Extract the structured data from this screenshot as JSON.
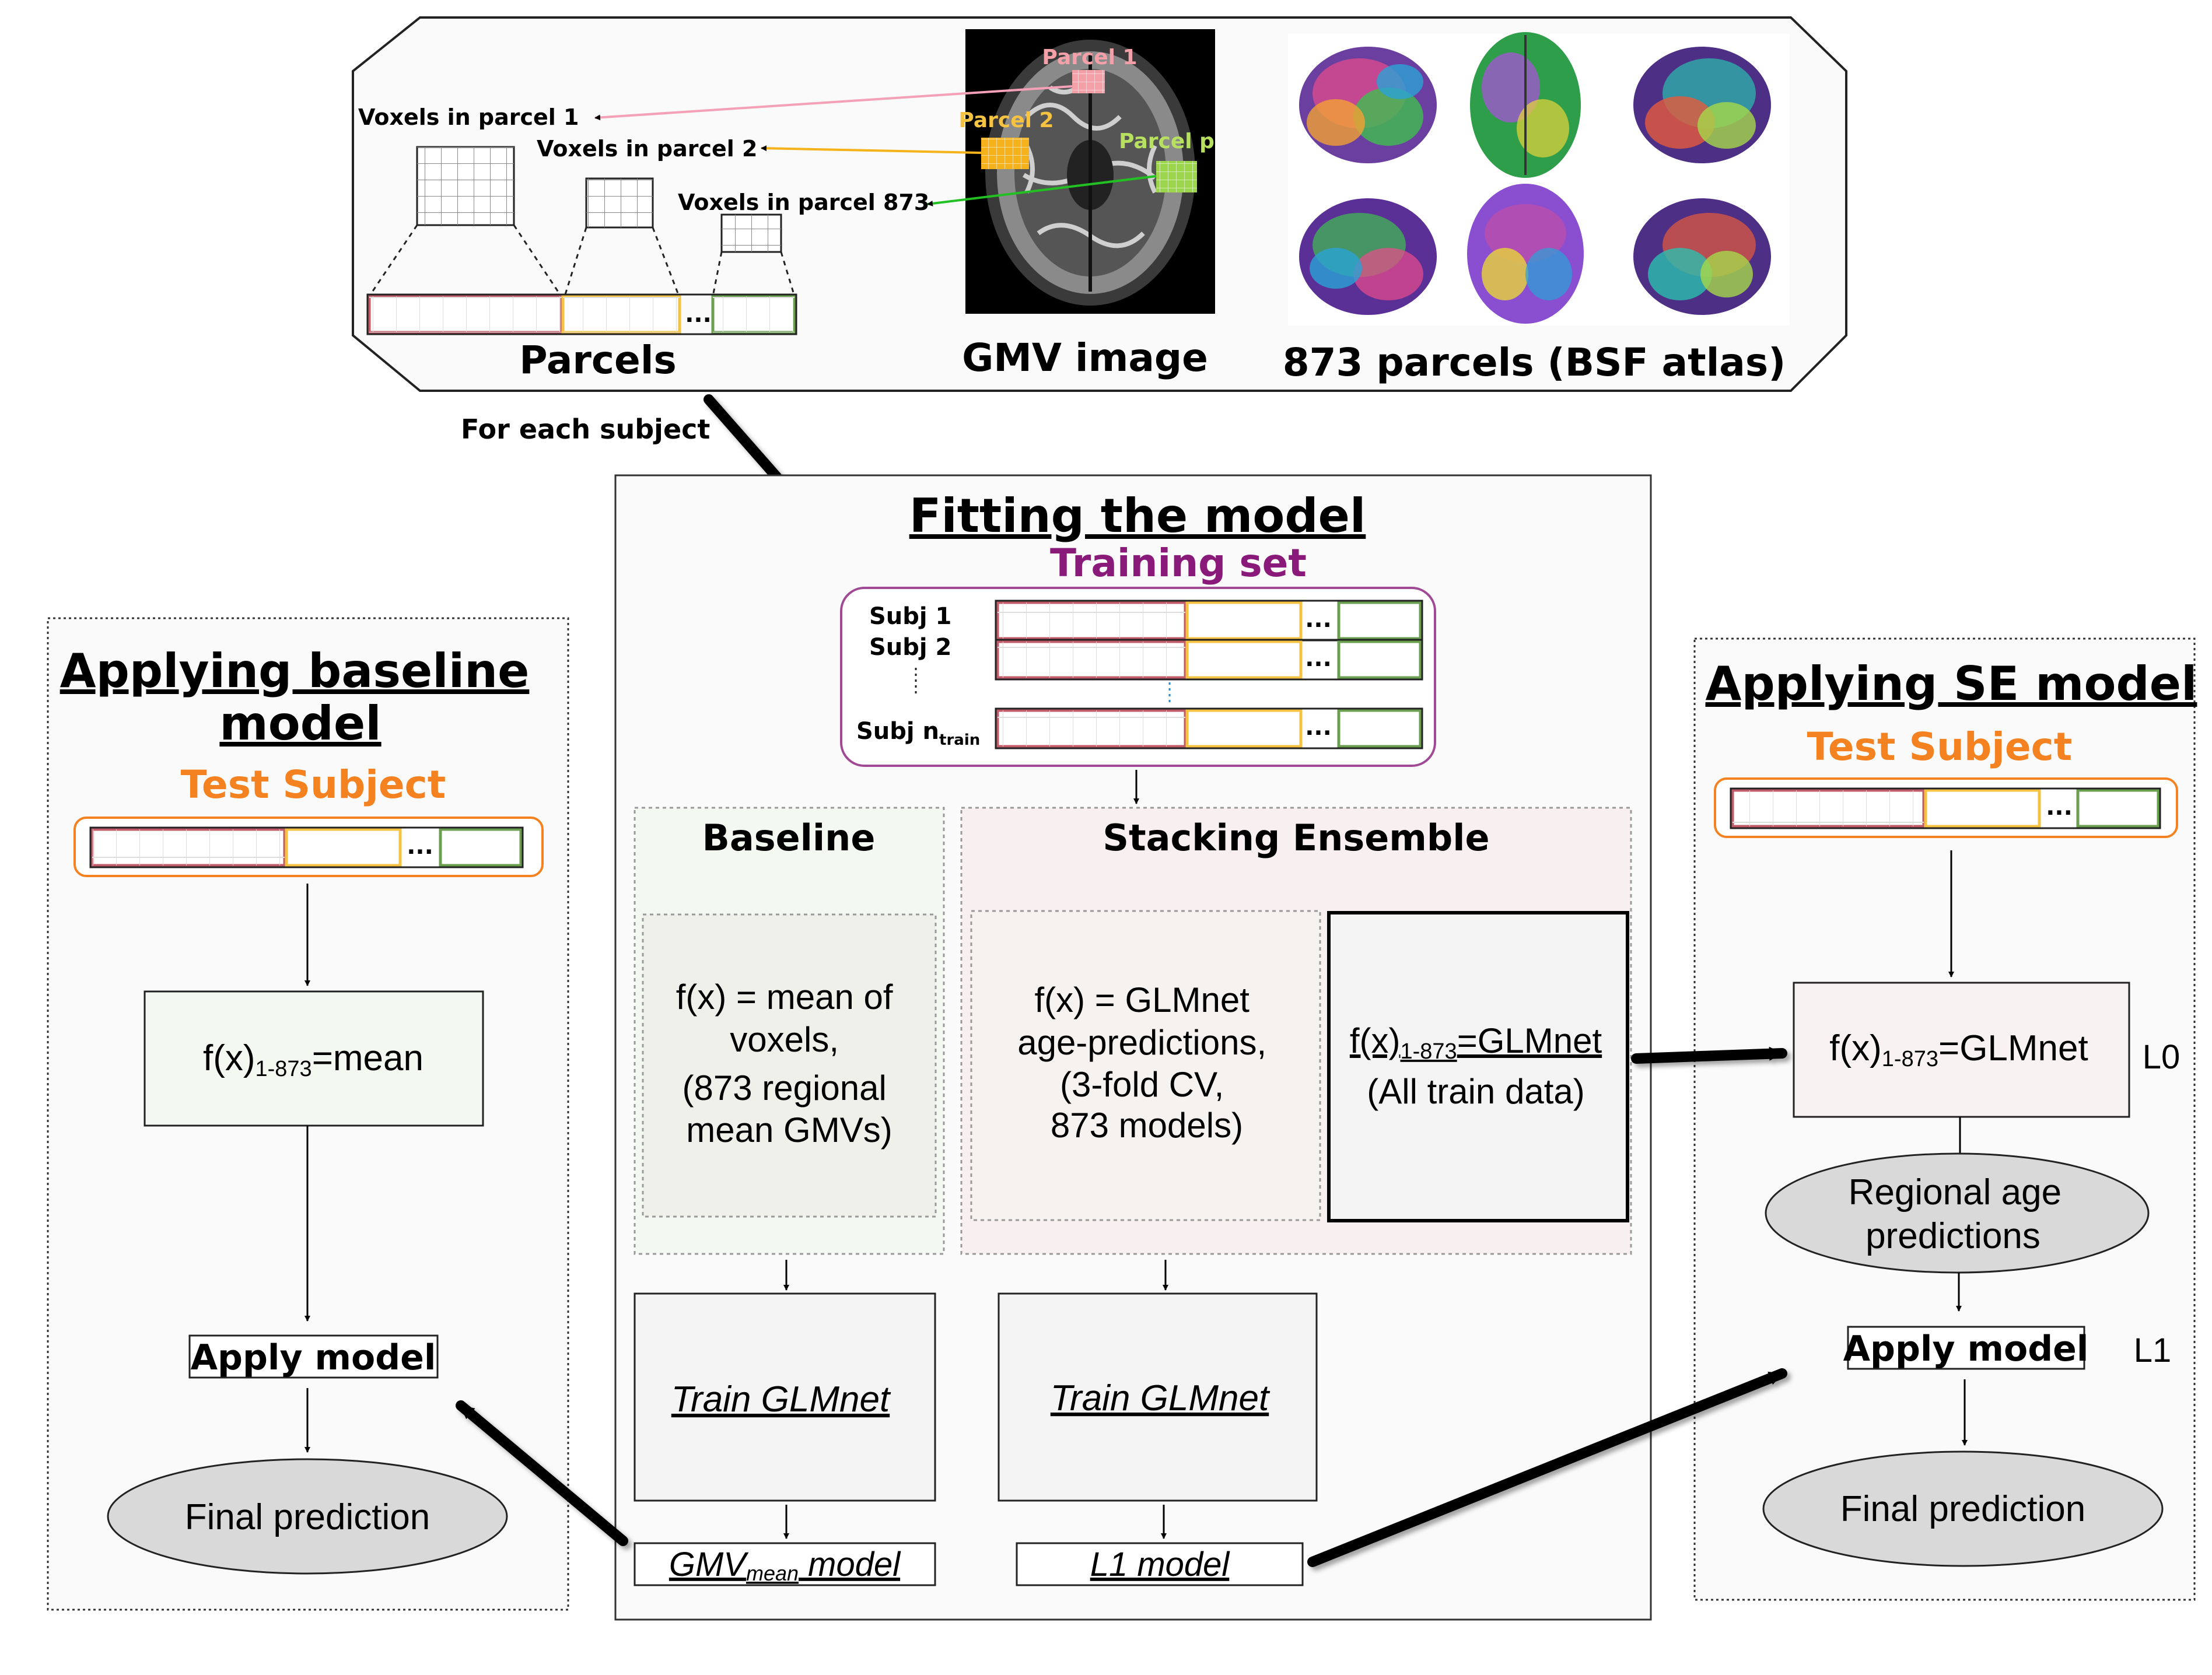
{
  "top": {
    "voxel_labels": [
      "Voxels in parcel 1",
      "Voxels in parcel 2",
      "Voxels in parcel 873"
    ],
    "parcel_labels": [
      "Parcel 1",
      "Parcel 2",
      "Parcel p"
    ],
    "parcels_caption": "Parcels",
    "gmv_caption": "GMV image",
    "atlas_caption": "873 parcels (BSF atlas)",
    "for_each": "For each subject",
    "ellipsis": "..."
  },
  "fit": {
    "title": "Fitting the model",
    "training_set": "Training set",
    "subj1": "Subj 1",
    "subj2": "Subj 2",
    "subjn": "Subj n",
    "subjn_sub": "train",
    "baseline_title": "Baseline",
    "baseline_lines": [
      "f(x) = mean of",
      "voxels,",
      "(873 regional",
      "mean GMVs)"
    ],
    "se_title": "Stacking Ensemble",
    "se_lines": [
      "f(x) = GLMnet",
      "age-predictions,",
      "(3-fold CV,",
      "873 models)"
    ],
    "all_f_pre": "f(x)",
    "all_f_sub": "1-873",
    "all_f_post": "=GLMnet",
    "all_train": "(All train data)",
    "train_glm": "Train GLMnet",
    "gmv_model_pre": "GMV",
    "gmv_model_sub": "mean",
    "gmv_model_post": " model",
    "l1_model": "L1 model"
  },
  "left": {
    "title1": "Applying baseline",
    "title2": "model",
    "test_subject": "Test Subject",
    "f_pre": "f(x)",
    "f_sub": "1-873",
    "f_post": "=mean",
    "apply": "Apply model",
    "final": "Final prediction"
  },
  "right": {
    "title": "Applying SE model",
    "test_subject": "Test Subject",
    "f_pre": "f(x)",
    "f_sub": "1-873",
    "f_post": "=GLMnet",
    "l0": "L0",
    "regional1": "Regional age",
    "regional2": "predictions",
    "apply": "Apply model",
    "l1": "L1",
    "final": "Final prediction"
  },
  "colors": {
    "parcel1": "#f4a0a8",
    "parcel2": "#f5c242",
    "parcel873": "#8ccf5a",
    "training": "#8a1a7a",
    "test": "#f58220"
  }
}
